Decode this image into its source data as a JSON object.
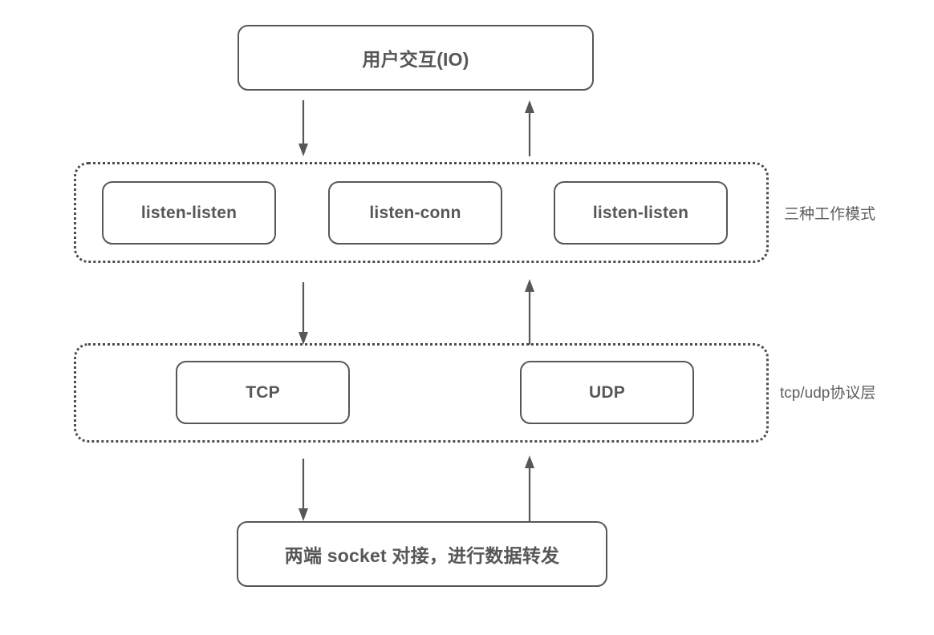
{
  "diagram": {
    "title_box": {
      "label": "用户交互(IO)"
    },
    "groups": [
      {
        "name": "work-modes",
        "side_label": "三种工作模式",
        "nodes": [
          {
            "label": "listen-listen"
          },
          {
            "label": "listen-conn"
          },
          {
            "label": "listen-listen"
          }
        ]
      },
      {
        "name": "protocol-layer",
        "side_label": "tcp/udp协议层",
        "nodes": [
          {
            "label": "TCP"
          },
          {
            "label": "UDP"
          }
        ]
      }
    ],
    "bottom_box": {
      "label": "两端 socket 对接，进行数据转发"
    },
    "arrows": [
      {
        "name": "io-to-modes",
        "direction": "down"
      },
      {
        "name": "modes-to-io",
        "direction": "up"
      },
      {
        "name": "modes-to-protocol",
        "direction": "down"
      },
      {
        "name": "protocol-to-modes",
        "direction": "up"
      },
      {
        "name": "protocol-to-socket",
        "direction": "down"
      },
      {
        "name": "socket-to-protocol",
        "direction": "up"
      }
    ],
    "colors": {
      "stroke": "#575757",
      "dotted_stroke": "#4d4d4d",
      "text": "#575757",
      "label_text": "#5e5e5e",
      "background": "#ffffff"
    }
  }
}
